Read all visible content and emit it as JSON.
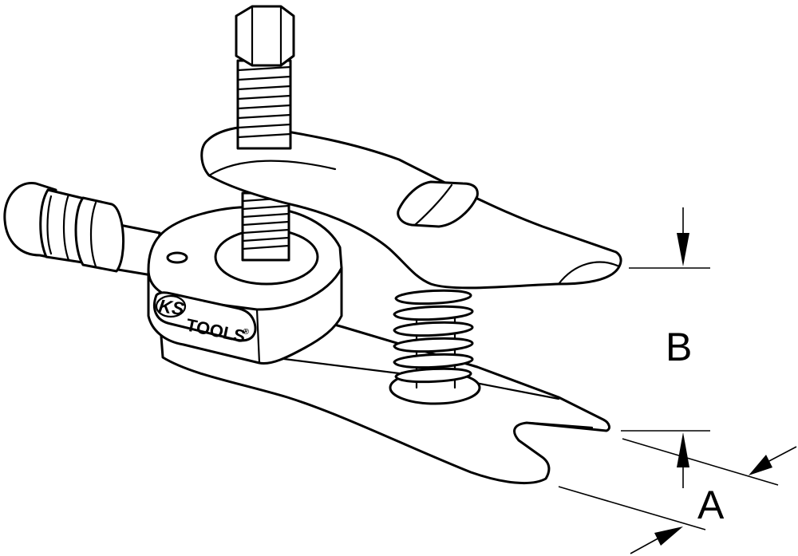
{
  "diagram": {
    "colors": {
      "line": "#000000",
      "fill": "#ffffff"
    },
    "logo": {
      "brand_ks": "KS",
      "brand_tools": "TOOLS",
      "registered": "®"
    },
    "dimensions": {
      "b_label": "B",
      "a_label": "A"
    }
  }
}
